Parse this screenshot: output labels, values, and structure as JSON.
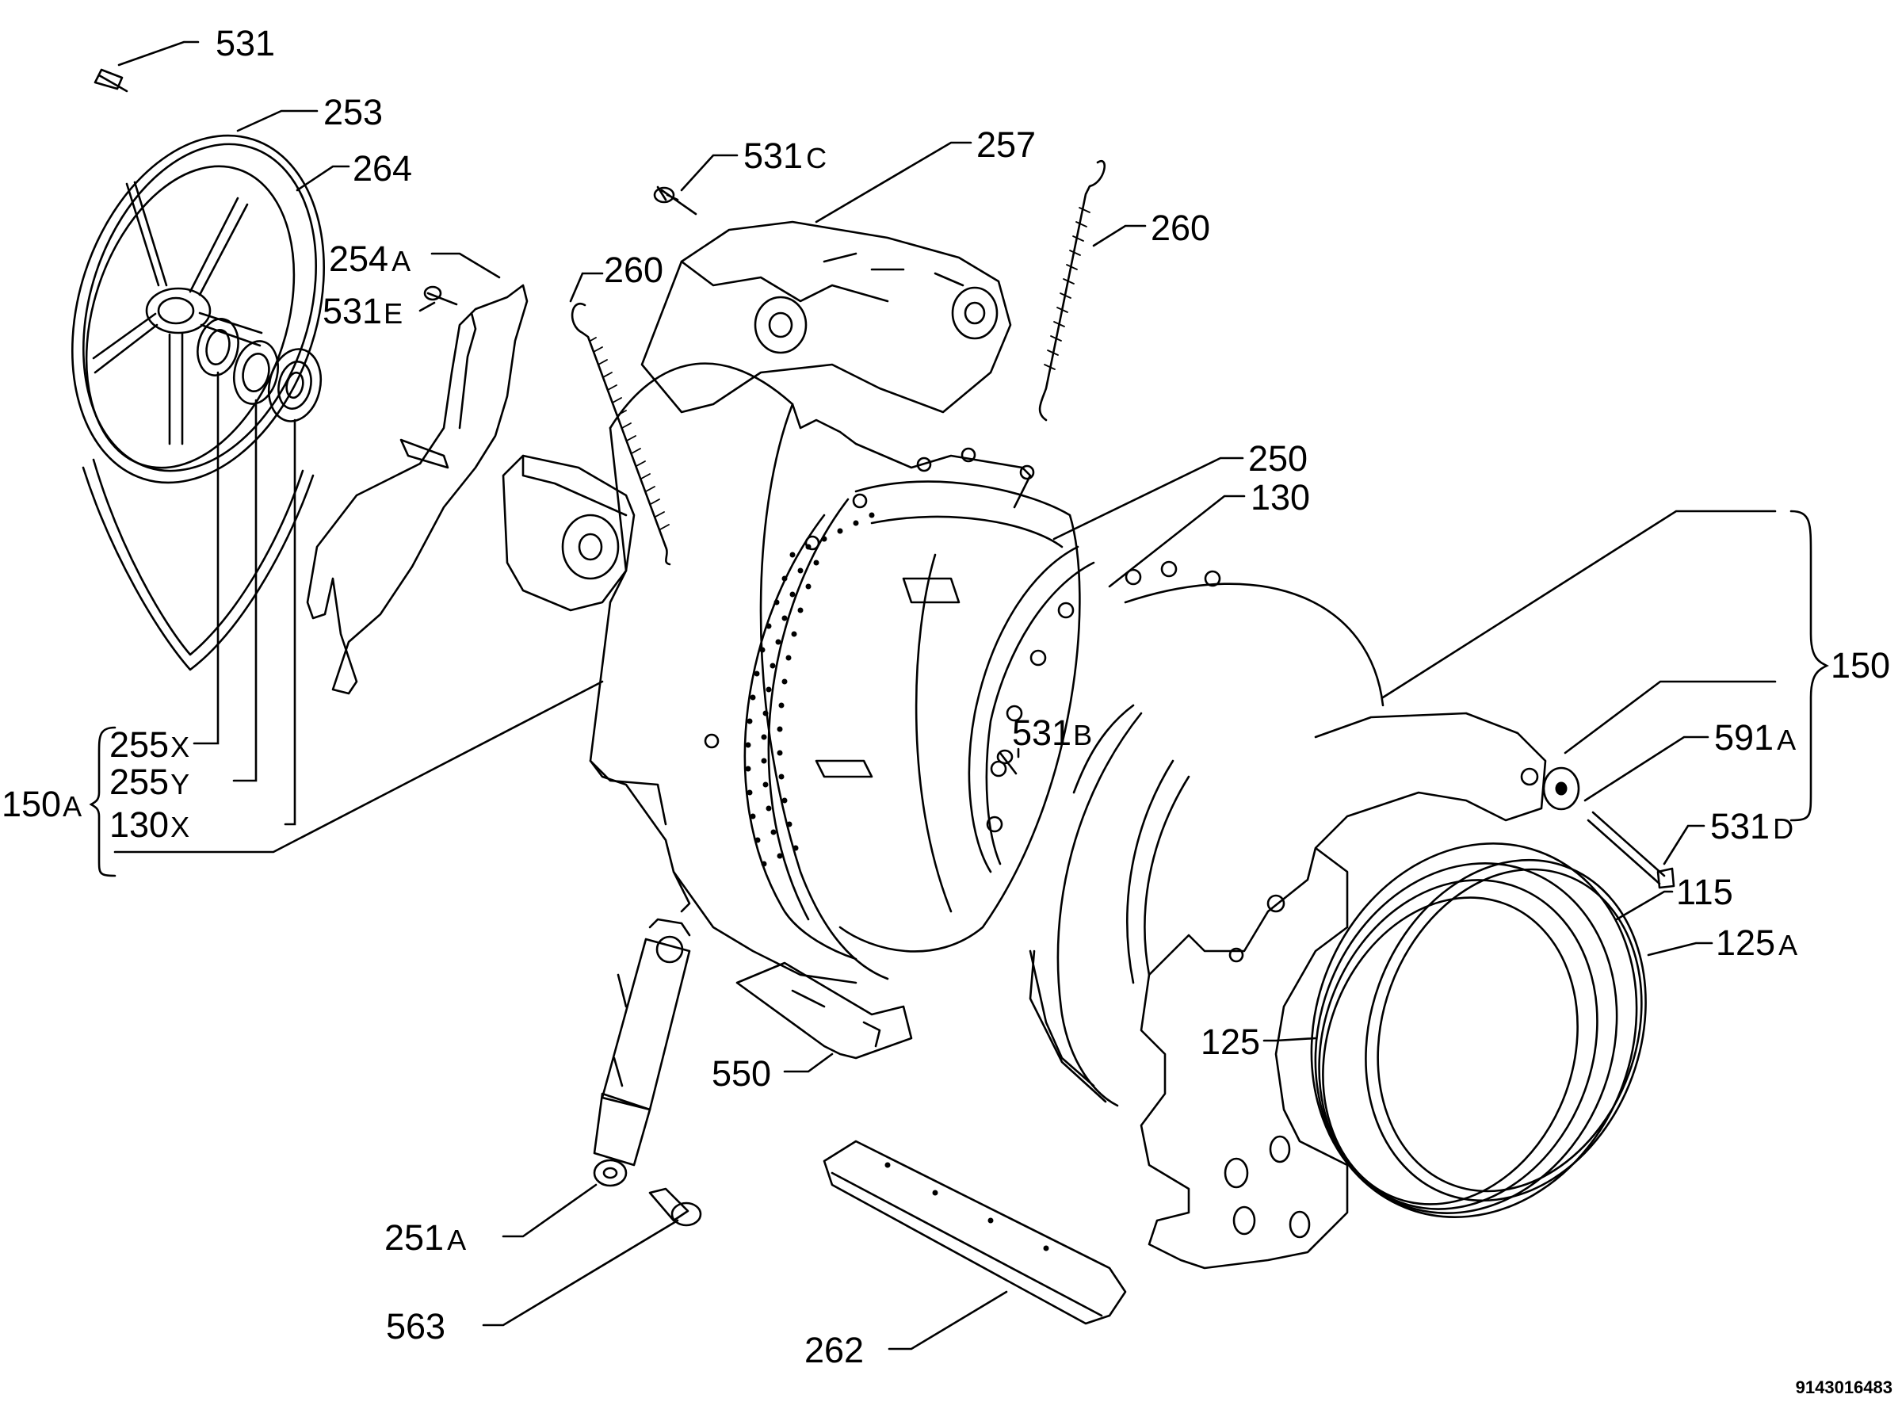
{
  "labels": {
    "l531": "531",
    "l253": "253",
    "l264": "264",
    "l531c": {
      "num": "531",
      "suf": "C"
    },
    "l257": "257",
    "l260a": "260",
    "l260b": "260",
    "l254a": {
      "num": "254",
      "suf": "A"
    },
    "l531e": {
      "num": "531",
      "suf": "E"
    },
    "l250": "250",
    "l130": "130",
    "l150": "150",
    "l531b": {
      "num": "531",
      "suf": "B"
    },
    "l591a": {
      "num": "591",
      "suf": "A"
    },
    "l531d": {
      "num": "531",
      "suf": "D"
    },
    "l115": "115",
    "l125a": {
      "num": "125",
      "suf": "A"
    },
    "l125": "125",
    "l255x": {
      "num": "255",
      "suf": "X"
    },
    "l255y": {
      "num": "255",
      "suf": "Y"
    },
    "l130x": {
      "num": "130",
      "suf": "X"
    },
    "l150a": {
      "num": "150",
      "suf": "A"
    },
    "l550": "550",
    "l251a": {
      "num": "251",
      "suf": "A"
    },
    "l563": "563",
    "l262": "262"
  },
  "document_id": "9143016483"
}
